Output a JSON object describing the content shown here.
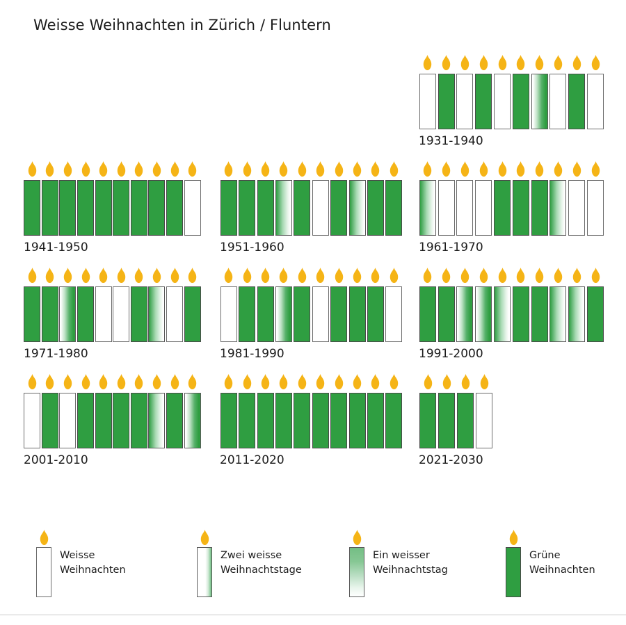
{
  "title": "Weisse Weihnachten in Zürich / Fluntern",
  "colors": {
    "green": "#2f9e41",
    "white": "#ffffff",
    "flame": "#f5b416",
    "outline": "#6b6b6b",
    "text": "#1c1c1c"
  },
  "legend": {
    "items": [
      {
        "state": "white",
        "line1": "Weisse",
        "line2": "Weihnachten"
      },
      {
        "state": "two-white",
        "line1": "Zwei weisse",
        "line2": "Weihnachtstage"
      },
      {
        "state": "one-white",
        "line1": "Ein weisser",
        "line2": "Weihnachtstag"
      },
      {
        "state": "green",
        "line1": "Grüne",
        "line2": "Weihnachten"
      }
    ]
  },
  "chart_data": {
    "type": "bar",
    "title": "Weisse Weihnachten in Zürich / Fluntern",
    "xlabel": "",
    "ylabel": "",
    "grid": false,
    "legend_position": "bottom",
    "state_meaning": {
      "white": "Weisse Weihnachten",
      "two-white": "Zwei weisse Weihnachtstage",
      "one-white": "Ein weisser Weihnachtstag",
      "green": "Grüne Weihnachten"
    },
    "categories": [
      "1931-1940",
      "1941-1950",
      "1951-1960",
      "1961-1970",
      "1971-1980",
      "1981-1990",
      "1991-2000",
      "2001-2010",
      "2011-2020",
      "2021-2030"
    ],
    "decades": [
      {
        "label": "1931-1940",
        "candles": [
          "white",
          "green",
          "white",
          "green",
          "white",
          "green",
          "one-white",
          "white",
          "green",
          "white"
        ]
      },
      {
        "label": "1941-1950",
        "candles": [
          "green",
          "green",
          "green",
          "green",
          "green",
          "green",
          "green",
          "green",
          "green",
          "white"
        ]
      },
      {
        "label": "1951-1960",
        "candles": [
          "green",
          "green",
          "green",
          "two-white",
          "green",
          "white",
          "green",
          "two-white",
          "green",
          "green"
        ]
      },
      {
        "label": "1961-1970",
        "candles": [
          "two-white",
          "white",
          "white",
          "white",
          "green",
          "green",
          "green",
          "two-white",
          "white",
          "white"
        ]
      },
      {
        "label": "1971-1980",
        "candles": [
          "green",
          "green",
          "one-white",
          "green",
          "white",
          "white",
          "green",
          "two-white",
          "white",
          "green"
        ]
      },
      {
        "label": "1981-1990",
        "candles": [
          "white",
          "green",
          "green",
          "one-white",
          "green",
          "white",
          "green",
          "green",
          "green",
          "white"
        ]
      },
      {
        "label": "1991-2000",
        "candles": [
          "green",
          "green",
          "one-white",
          "one-white",
          "two-white",
          "green",
          "green",
          "two-white",
          "two-white",
          "green"
        ]
      },
      {
        "label": "2001-2010",
        "candles": [
          "white",
          "green",
          "white",
          "green",
          "green",
          "green",
          "green",
          "two-white",
          "green",
          "one-white"
        ]
      },
      {
        "label": "2011-2020",
        "candles": [
          "green",
          "green",
          "green",
          "green",
          "green",
          "green",
          "green",
          "green",
          "green",
          "green"
        ]
      },
      {
        "label": "2021-2030",
        "candles": [
          "green",
          "green",
          "green",
          "white"
        ]
      }
    ],
    "layout": {
      "rows": [
        [
          null,
          null,
          "1931-1940"
        ],
        [
          "1941-1950",
          "1951-1960",
          "1961-1970"
        ],
        [
          "1971-1980",
          "1981-1990",
          "1991-2000"
        ],
        [
          "2001-2010",
          "2011-2020",
          "2021-2030"
        ]
      ]
    }
  }
}
